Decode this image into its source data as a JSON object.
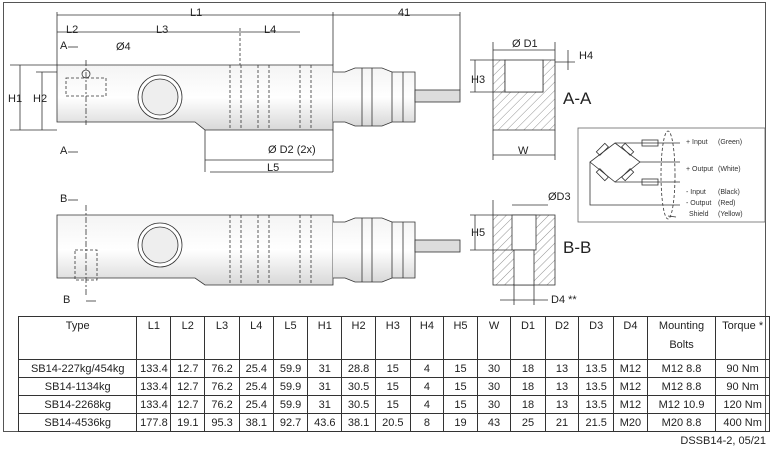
{
  "labels": {
    "L1": "L1",
    "dim41": "41",
    "L2": "L2",
    "L3": "L3",
    "L4": "L4",
    "D4hole": "Ø4",
    "A_top": "A",
    "A_bottom": "A",
    "H1": "H1",
    "H2": "H2",
    "D2": "Ø D2 (2x)",
    "L5": "L5",
    "D1": "Ø D1",
    "H4": "H4",
    "H3": "H3",
    "AA": "A-A",
    "W": "W",
    "B_top": "B",
    "B_bottom": "B",
    "D3": "ØD3",
    "H5": "H5",
    "BB": "B-B",
    "D4": "D4 **"
  },
  "wiring": [
    {
      "signal": "+ Input",
      "color": "(Green)"
    },
    {
      "signal": "+ Output",
      "color": "(White)"
    },
    {
      "signal": "- Input",
      "color": "(Black)"
    },
    {
      "signal": "- Output",
      "color": "(Red)"
    },
    {
      "signal": "Shield",
      "color": "(Yellow)"
    }
  ],
  "table": {
    "headers": [
      "Type",
      "L1",
      "L2",
      "L3",
      "L4",
      "L5",
      "H1",
      "H2",
      "H3",
      "H4",
      "H5",
      "W",
      "D1",
      "D2",
      "D3",
      "D4",
      "Mounting Bolts",
      "Torque *"
    ],
    "rows": [
      [
        "SB14-227kg/454kg",
        "133.4",
        "12.7",
        "76.2",
        "25.4",
        "59.9",
        "31",
        "28.8",
        "15",
        "4",
        "15",
        "30",
        "18",
        "13",
        "13.5",
        "M12",
        "M12 8.8",
        "90 Nm"
      ],
      [
        "SB14-1134kg",
        "133.4",
        "12.7",
        "76.2",
        "25.4",
        "59.9",
        "31",
        "30.5",
        "15",
        "4",
        "15",
        "30",
        "18",
        "13",
        "13.5",
        "M12",
        "M12 8.8",
        "90 Nm"
      ],
      [
        "SB14-2268kg",
        "133.4",
        "12.7",
        "76.2",
        "25.4",
        "59.9",
        "31",
        "30.5",
        "15",
        "4",
        "15",
        "30",
        "18",
        "13",
        "13.5",
        "M12",
        "M12 10.9",
        "120 Nm"
      ],
      [
        "SB14-4536kg",
        "177.8",
        "19.1",
        "95.3",
        "38.1",
        "92.7",
        "43.6",
        "38.1",
        "20.5",
        "8",
        "19",
        "43",
        "25",
        "21",
        "21.5",
        "M20",
        "M20 8.8",
        "400 Nm"
      ]
    ]
  },
  "footer": "DSSB14-2, 05/21"
}
